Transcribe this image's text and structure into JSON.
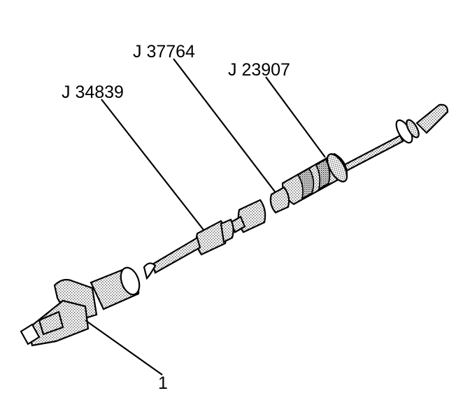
{
  "labels": {
    "tool_j34839": "J 34839",
    "tool_j37764": "J 37764",
    "tool_j23907": "J 23907",
    "part_1": "1"
  }
}
